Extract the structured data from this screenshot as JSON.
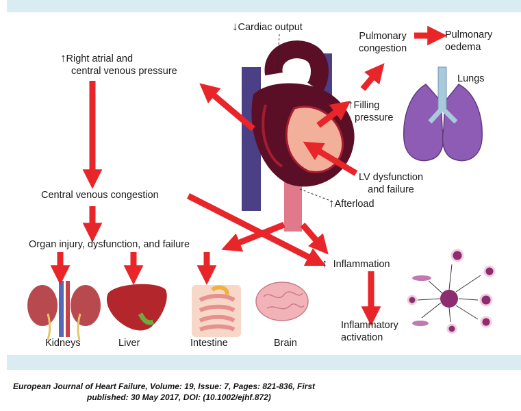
{
  "labels": {
    "cardiac_output": "Cardiac output",
    "cardiac_output_arrow": "↓",
    "rap_line1": "Right atrial and",
    "rap_line2": "central venous pressure",
    "rap_arrow": "↑",
    "pulmonary_congestion_line1": "Pulmonary",
    "pulmonary_congestion_line2": "congestion",
    "pulmonary_oedema_line1": "Pulmonary",
    "pulmonary_oedema_line2": "oedema",
    "lungs": "Lungs",
    "filling_line1": "Filling",
    "filling_line2": "pressure",
    "filling_arrow": "↑",
    "lv_line1": "LV dysfunction",
    "lv_line2": "and failure",
    "afterload": "Afterload",
    "afterload_arrow": "↑",
    "central_venous_congestion": "Central venous congestion",
    "organ_injury": "Organ injury, dysfunction, and failure",
    "inflammation": "Inflammation",
    "inflammation_arrow": "↑",
    "inflammatory_line1": "Inflammatory",
    "inflammatory_line2": "activation",
    "kidneys": "Kidneys",
    "liver": "Liver",
    "intestine": "Intestine",
    "brain": "Brain"
  },
  "citation": {
    "line1": "European Journal of Heart Failure, Volume: 19, Issue: 7, Pages: 821-836, First",
    "line2": "published: 30 May 2017, DOI: (10.1002/ejhf.872)"
  },
  "colors": {
    "arrow": "#e8262a",
    "band": "#d9ecf2",
    "heart_dark": "#5a0f26",
    "heart_red": "#a51c30",
    "vessel_blue": "#4b3f86",
    "lung_purple": "#8e5cb5",
    "trachea": "#a9c9dd",
    "organ_pink": "#f2b3b8",
    "liver_red": "#b3262b",
    "cell_purple": "#8d2c6e"
  }
}
